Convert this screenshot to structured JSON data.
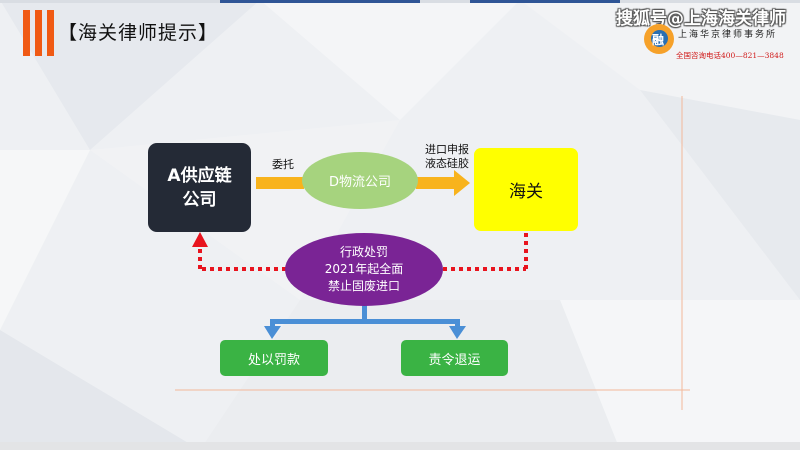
{
  "header": {
    "title": "【海关律师提示】"
  },
  "branding": {
    "watermark": "搜狐号@上海海关律师",
    "firm_name": "上海华京律师事务所",
    "hotline": "全国咨询电话400—821—3848",
    "logo_char": "融"
  },
  "diagram": {
    "node_a": "A供应链\n公司",
    "node_d": "D物流公司",
    "node_customs": "海关",
    "node_admin": "行政处罚\n2021年起全面\n禁止固废进口",
    "node_fine": "处以罚款",
    "node_return": "责令退运",
    "edge_entrust": "委托",
    "edge_declare": "进口申报\n液态硅胶"
  },
  "colors": {
    "accent_orange": "#f05a14",
    "arrow_gold": "#f8b31c",
    "dotted_red": "#e8141e",
    "branch_blue": "#4a8fd6",
    "purple": "#7a2495",
    "green": "#3ab344",
    "yellow": "#ffff00",
    "dark": "#242a36"
  }
}
